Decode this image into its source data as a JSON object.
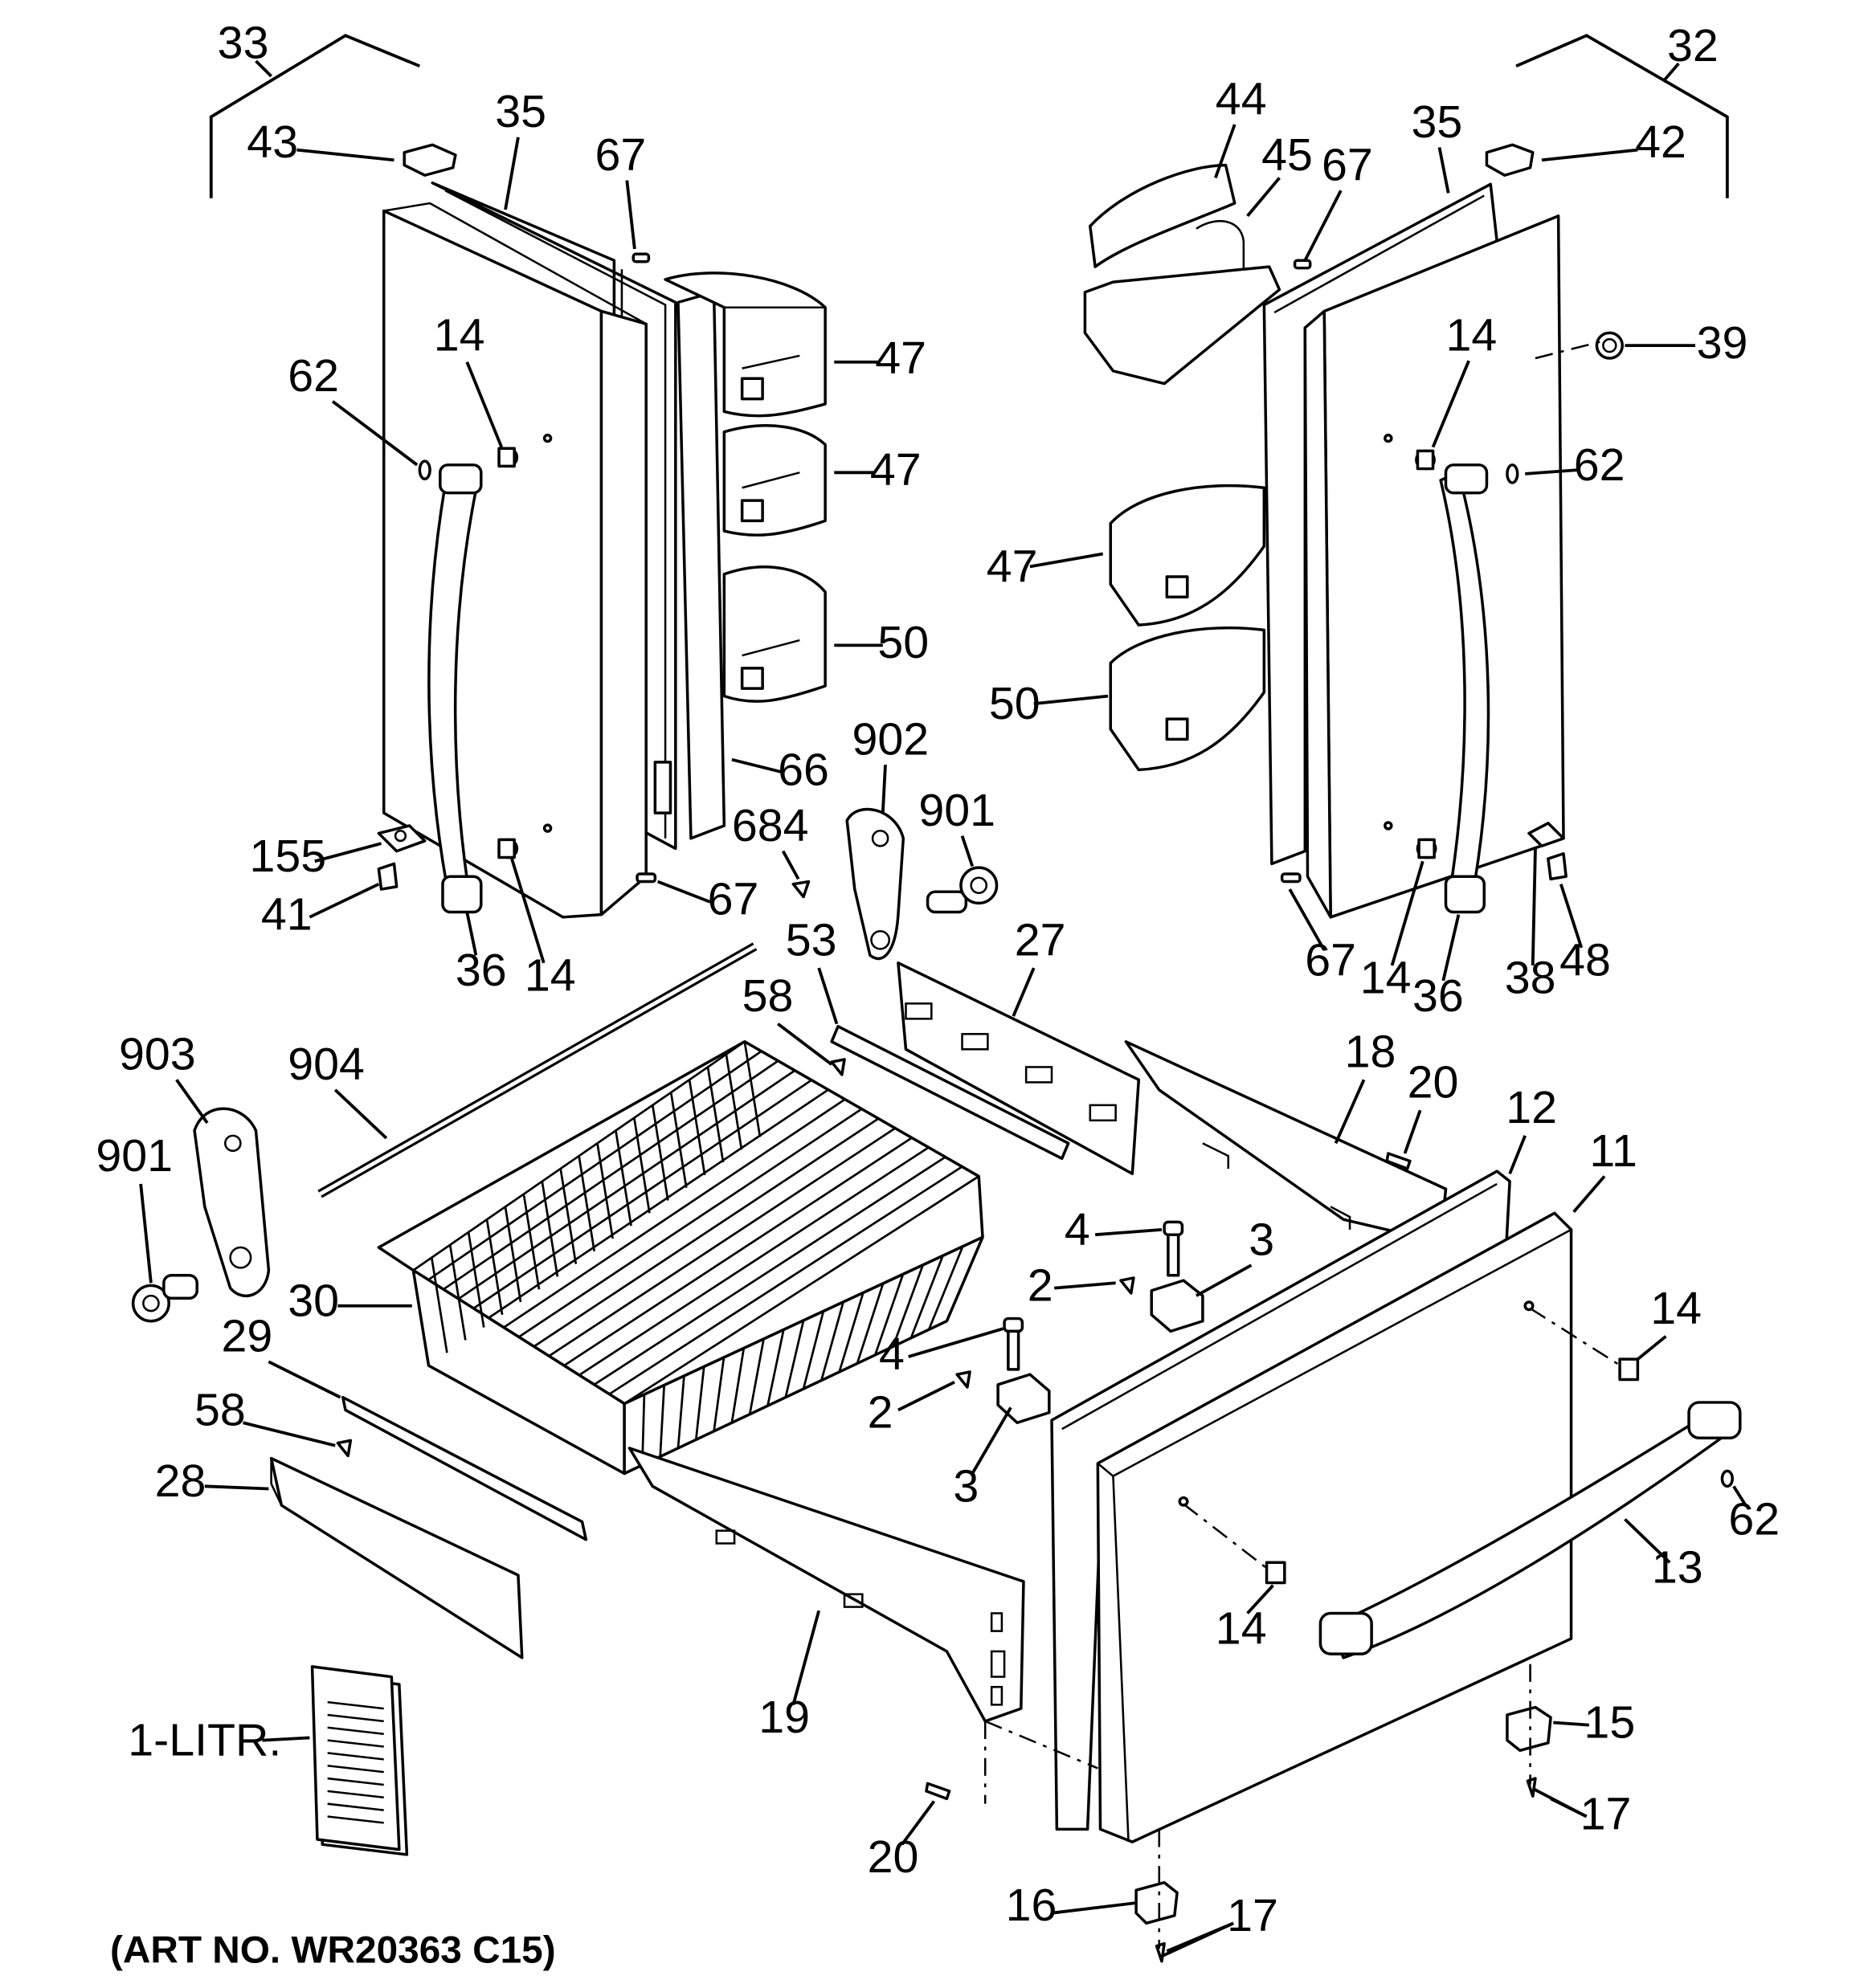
{
  "art_number": "(ART NO. WR20363 C15)",
  "callouts": [
    {
      "id": "c33",
      "text": "33"
    },
    {
      "id": "c32",
      "text": "32"
    },
    {
      "id": "c43",
      "text": "43"
    },
    {
      "id": "c35a",
      "text": "35"
    },
    {
      "id": "c67a",
      "text": "67"
    },
    {
      "id": "c44",
      "text": "44"
    },
    {
      "id": "c45",
      "text": "45"
    },
    {
      "id": "c67b",
      "text": "67"
    },
    {
      "id": "c35b",
      "text": "35"
    },
    {
      "id": "c42",
      "text": "42"
    },
    {
      "id": "c39",
      "text": "39"
    },
    {
      "id": "c14a",
      "text": "14"
    },
    {
      "id": "c62a",
      "text": "62"
    },
    {
      "id": "c47a",
      "text": "47"
    },
    {
      "id": "c47b",
      "text": "47"
    },
    {
      "id": "c50a",
      "text": "50"
    },
    {
      "id": "c14b",
      "text": "14"
    },
    {
      "id": "c62b",
      "text": "62"
    },
    {
      "id": "c47c",
      "text": "47"
    },
    {
      "id": "c50b",
      "text": "50"
    },
    {
      "id": "c66",
      "text": "66"
    },
    {
      "id": "c902",
      "text": "902"
    },
    {
      "id": "c901a",
      "text": "901"
    },
    {
      "id": "c684",
      "text": "684"
    },
    {
      "id": "c155",
      "text": "155"
    },
    {
      "id": "c41",
      "text": "41"
    },
    {
      "id": "c67c",
      "text": "67"
    },
    {
      "id": "c36a",
      "text": "36"
    },
    {
      "id": "c14c",
      "text": "14"
    },
    {
      "id": "c53",
      "text": "53"
    },
    {
      "id": "c27",
      "text": "27"
    },
    {
      "id": "c67d",
      "text": "67"
    },
    {
      "id": "c14d",
      "text": "14"
    },
    {
      "id": "c36b",
      "text": "36"
    },
    {
      "id": "c38",
      "text": "38"
    },
    {
      "id": "c48",
      "text": "48"
    },
    {
      "id": "c903",
      "text": "903"
    },
    {
      "id": "c904",
      "text": "904"
    },
    {
      "id": "c58a",
      "text": "58"
    },
    {
      "id": "c18",
      "text": "18"
    },
    {
      "id": "c20a",
      "text": "20"
    },
    {
      "id": "c12",
      "text": "12"
    },
    {
      "id": "c11",
      "text": "11"
    },
    {
      "id": "c901b",
      "text": "901"
    },
    {
      "id": "c4a",
      "text": "4"
    },
    {
      "id": "c3a",
      "text": "3"
    },
    {
      "id": "c30",
      "text": "30"
    },
    {
      "id": "c2a",
      "text": "2"
    },
    {
      "id": "c14e",
      "text": "14"
    },
    {
      "id": "c4b",
      "text": "4"
    },
    {
      "id": "c29",
      "text": "29"
    },
    {
      "id": "c2b",
      "text": "2"
    },
    {
      "id": "c58b",
      "text": "58"
    },
    {
      "id": "c3b",
      "text": "3"
    },
    {
      "id": "c62c",
      "text": "62"
    },
    {
      "id": "c28",
      "text": "28"
    },
    {
      "id": "c13",
      "text": "13"
    },
    {
      "id": "c14f",
      "text": "14"
    },
    {
      "id": "c19",
      "text": "19"
    },
    {
      "id": "c1litr",
      "text": "1-LITR."
    },
    {
      "id": "c15",
      "text": "15"
    },
    {
      "id": "c17a",
      "text": "17"
    },
    {
      "id": "c20b",
      "text": "20"
    },
    {
      "id": "c16",
      "text": "16"
    },
    {
      "id": "c17b",
      "text": "17"
    }
  ]
}
